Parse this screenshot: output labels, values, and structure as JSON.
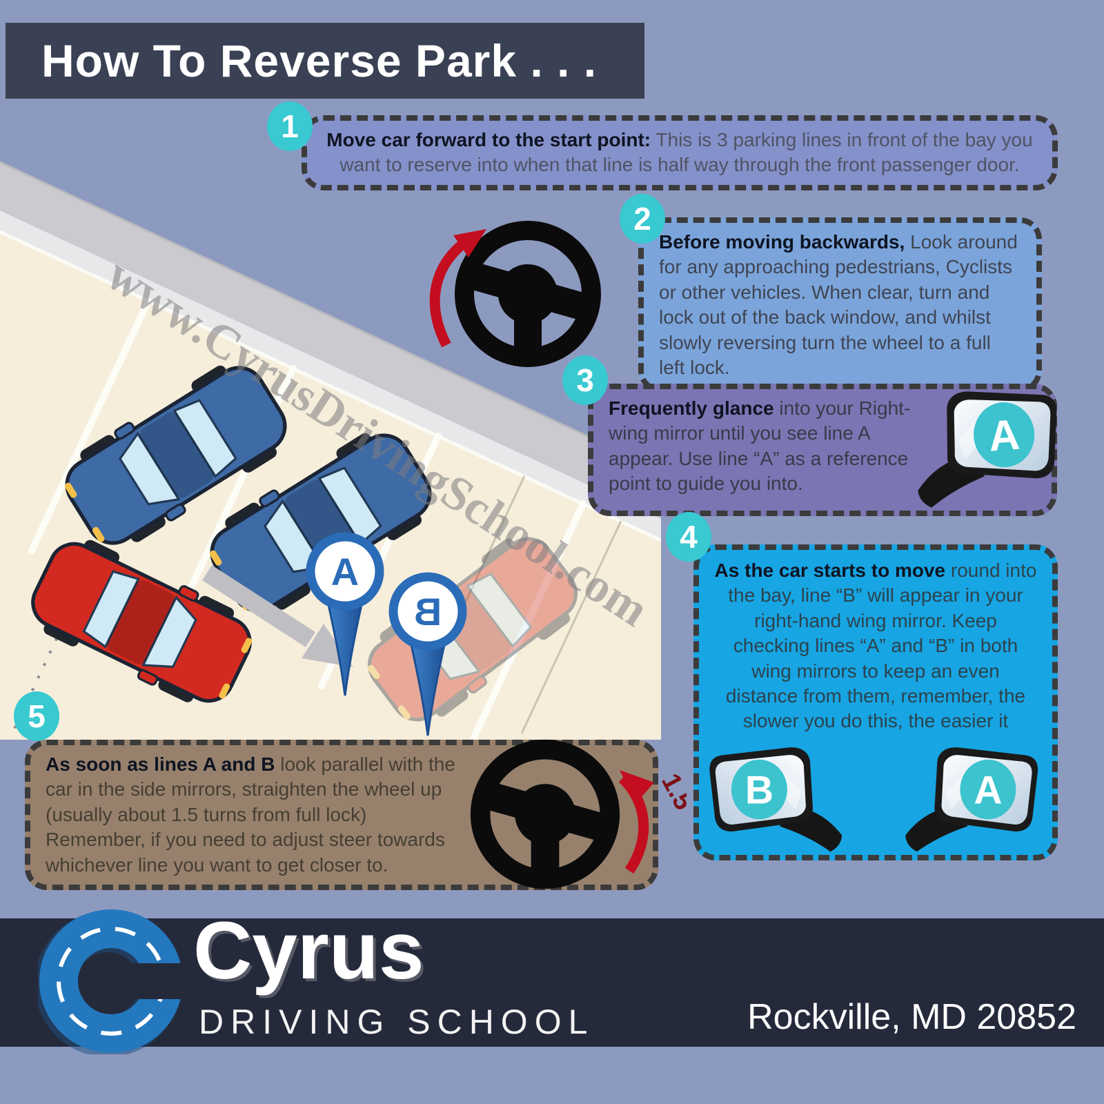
{
  "title": "How To Reverse Park . . .",
  "watermark": "www.CyrusDrivingSchool.com",
  "steps": [
    {
      "num": "1",
      "bold": "Move car forward to the start point:",
      "rest": " This is 3 parking lines in front of the bay you want to reserve into when that line is half way through the front passenger door."
    },
    {
      "num": "2",
      "bold": "Before moving backwards,",
      "rest": " Look around for any approaching pedestrians, Cyclists or other vehicles. When clear, turn and lock out of the back window, and whilst slowly reversing turn the wheel to a full left lock."
    },
    {
      "num": "3",
      "bold": "Frequently glance",
      "rest": " into your Right-wing mirror until you see line A appear. Use line “A” as a reference point to guide you into.",
      "mirror_label": "A"
    },
    {
      "num": "4",
      "bold": "As the car starts to move",
      "rest": " round into the bay, line “B” will appear in your right-hand wing mirror. Keep checking lines “A” and “B” in both wing mirrors to keep an even distance from them, remember, the slower you do this, the easier it",
      "mirror_left": "B",
      "mirror_right": "A"
    },
    {
      "num": "5",
      "bold": "As soon as lines A and B",
      "rest": " look parallel with the car in the side mirrors, straighten the wheel up (usually about 1.5 turns from full lock) Remember, if you need to adjust steer towards whichever line you want to get closer to.",
      "turns_label": "1.5"
    }
  ],
  "pins": {
    "a": "A",
    "b": "B"
  },
  "footer": {
    "brand": "Cyrus",
    "tagline": "DRIVING SCHOOL",
    "location": "Rockville, MD 20852"
  },
  "colors": {
    "background": "#8d9ac0",
    "title_bar": "#3a4154",
    "step1_box": "#8591ca",
    "step2_box": "#7ba4da",
    "step3_box": "#7b75b3",
    "step4_box": "#17a5e3",
    "step5_box": "#97816d",
    "step_circle_teal": "#38c9d1",
    "footer_bar": "#252a3b",
    "logo_blue": "#2478be",
    "pin_blue": "#2b6cb8",
    "arrow_red": "#c40d1e",
    "parking_surface": "#f6eedb",
    "curb_gray": "#cbcbcf"
  }
}
